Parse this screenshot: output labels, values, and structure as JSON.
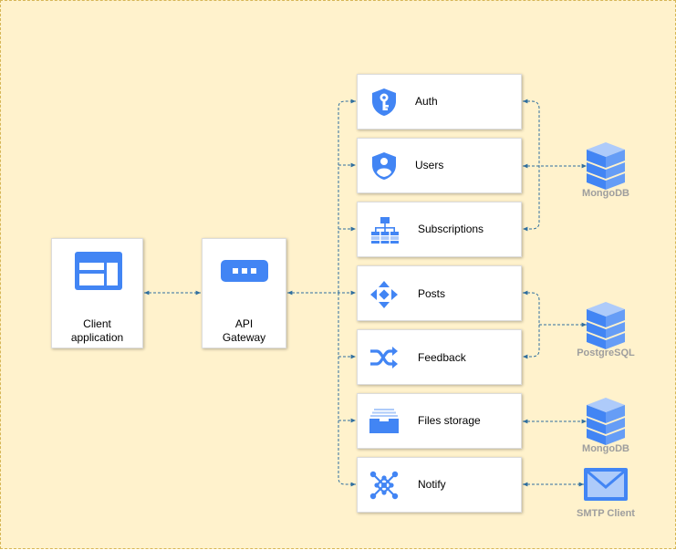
{
  "diagram": {
    "client": {
      "label_line1": "Client",
      "label_line2": "application",
      "icon": "browser-window-icon"
    },
    "gateway": {
      "label_line1": "API",
      "label_line2": "Gateway",
      "icon": "api-gateway-icon"
    },
    "services": [
      {
        "key": "auth",
        "label": "Auth",
        "icon": "key-shield-icon"
      },
      {
        "key": "users",
        "label": "Users",
        "icon": "user-shield-icon"
      },
      {
        "key": "subscriptions",
        "label": "Subscriptions",
        "icon": "hierarchy-icon"
      },
      {
        "key": "posts",
        "label": "Posts",
        "icon": "arrows-four-way-icon"
      },
      {
        "key": "feedback",
        "label": "Feedback",
        "icon": "shuffle-icon"
      },
      {
        "key": "files-storage",
        "label": "Files storage",
        "icon": "inbox-tray-icon"
      },
      {
        "key": "notify",
        "label": "Notify",
        "icon": "network-nodes-icon"
      }
    ],
    "stores": [
      {
        "key": "mongodb-1",
        "label": "MongoDB",
        "icon": "database-stack-icon"
      },
      {
        "key": "postgresql",
        "label": "PostgreSQL",
        "icon": "database-stack-icon"
      },
      {
        "key": "mongodb-2",
        "label": "MongoDB",
        "icon": "database-stack-icon"
      },
      {
        "key": "smtp",
        "label": "SMTP Client",
        "icon": "envelope-icon"
      }
    ],
    "colors": {
      "background": "#fff2cc",
      "border": "#d6b656",
      "connector": "#2f6f9f",
      "icon_blue": "#4285f4",
      "icon_light": "#aecbfa",
      "store_label": "#9e9e9e"
    }
  }
}
